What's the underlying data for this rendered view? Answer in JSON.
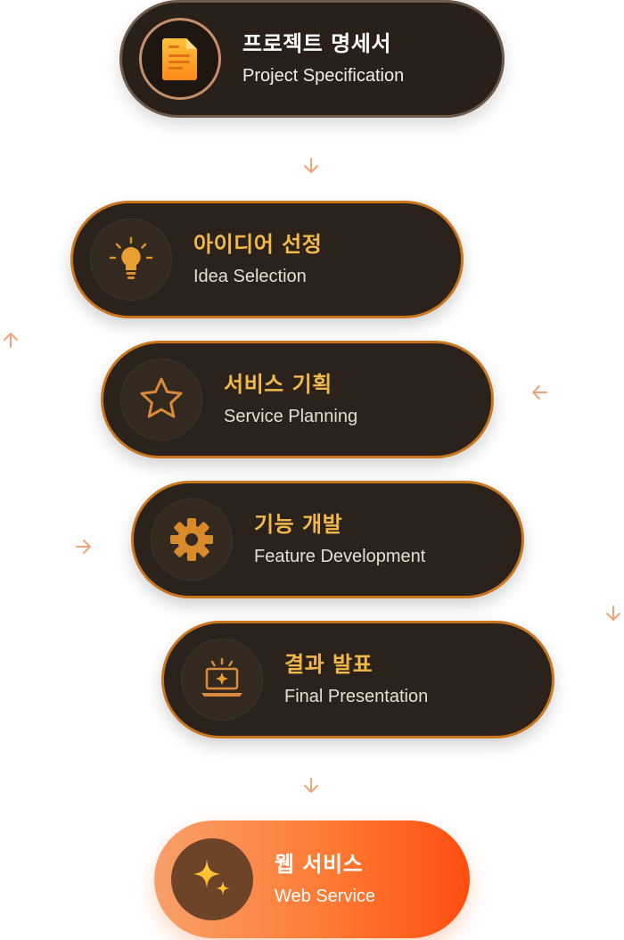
{
  "colors": {
    "accent": "#f2b94a",
    "border": "#c9761f",
    "arrow": "#f3a37a",
    "pill_bg": "#2b221b",
    "final_start": "#f7a06b",
    "final_end": "#ff4e10"
  },
  "steps": [
    {
      "title": "프로젝트 명세서",
      "subtitle": "Project Specification",
      "icon": "document-icon"
    },
    {
      "title": "아이디어 선정",
      "subtitle": "Idea Selection",
      "icon": "lightbulb-icon"
    },
    {
      "title": "서비스 기획",
      "subtitle": "Service Planning",
      "icon": "star-icon"
    },
    {
      "title": "기능 개발",
      "subtitle": "Feature Development",
      "icon": "gear-icon"
    },
    {
      "title": "결과 발표",
      "subtitle": "Final Presentation",
      "icon": "laptop-sparkle-icon"
    },
    {
      "title": "웹 서비스",
      "subtitle": "Web Service",
      "icon": "sparkles-icon"
    }
  ],
  "arrows": [
    {
      "direction": "down",
      "icon": "arrow-down-icon"
    },
    {
      "direction": "up",
      "icon": "arrow-up-icon"
    },
    {
      "direction": "left",
      "icon": "arrow-left-icon"
    },
    {
      "direction": "right",
      "icon": "arrow-right-icon"
    },
    {
      "direction": "down",
      "icon": "arrow-down-icon"
    },
    {
      "direction": "down",
      "icon": "arrow-down-icon"
    }
  ]
}
